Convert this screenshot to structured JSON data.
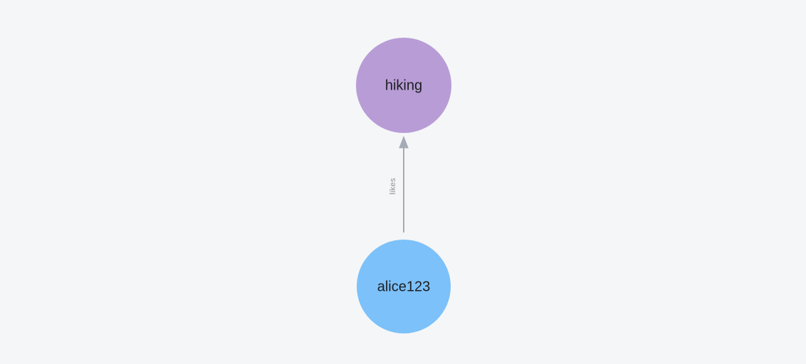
{
  "canvas": {
    "background": "#f5f6f7"
  },
  "graph": {
    "nodes": [
      {
        "id": "hiking",
        "label": "hiking",
        "fill": "#b89cd6",
        "text_color": "#1d1f23"
      },
      {
        "id": "alice123",
        "label": "alice123",
        "fill": "#7cc1f9",
        "text_color": "#1d1f23"
      }
    ],
    "edges": [
      {
        "label": "likes",
        "from": "alice123",
        "to": "hiking",
        "stroke": "#a5abb6",
        "label_color": "#8b9098"
      }
    ]
  }
}
